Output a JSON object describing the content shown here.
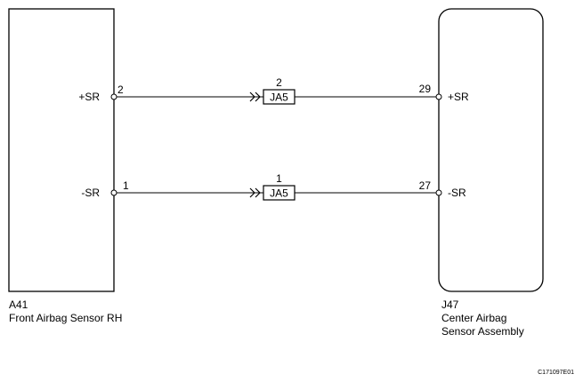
{
  "left_component": {
    "id": "A41",
    "name": "Front Airbag Sensor RH",
    "pins": [
      {
        "label": "+SR",
        "number": "2"
      },
      {
        "label": "-SR",
        "number": "1"
      }
    ]
  },
  "right_component": {
    "id": "J47",
    "name_line1": "Center Airbag",
    "name_line2": "Sensor Assembly",
    "pins": [
      {
        "label": "+SR",
        "number": "29"
      },
      {
        "label": "-SR",
        "number": "27"
      }
    ]
  },
  "connectors": [
    {
      "name": "JA5",
      "pin": "2"
    },
    {
      "name": "JA5",
      "pin": "1"
    }
  ],
  "figure_code": "C171097E01"
}
